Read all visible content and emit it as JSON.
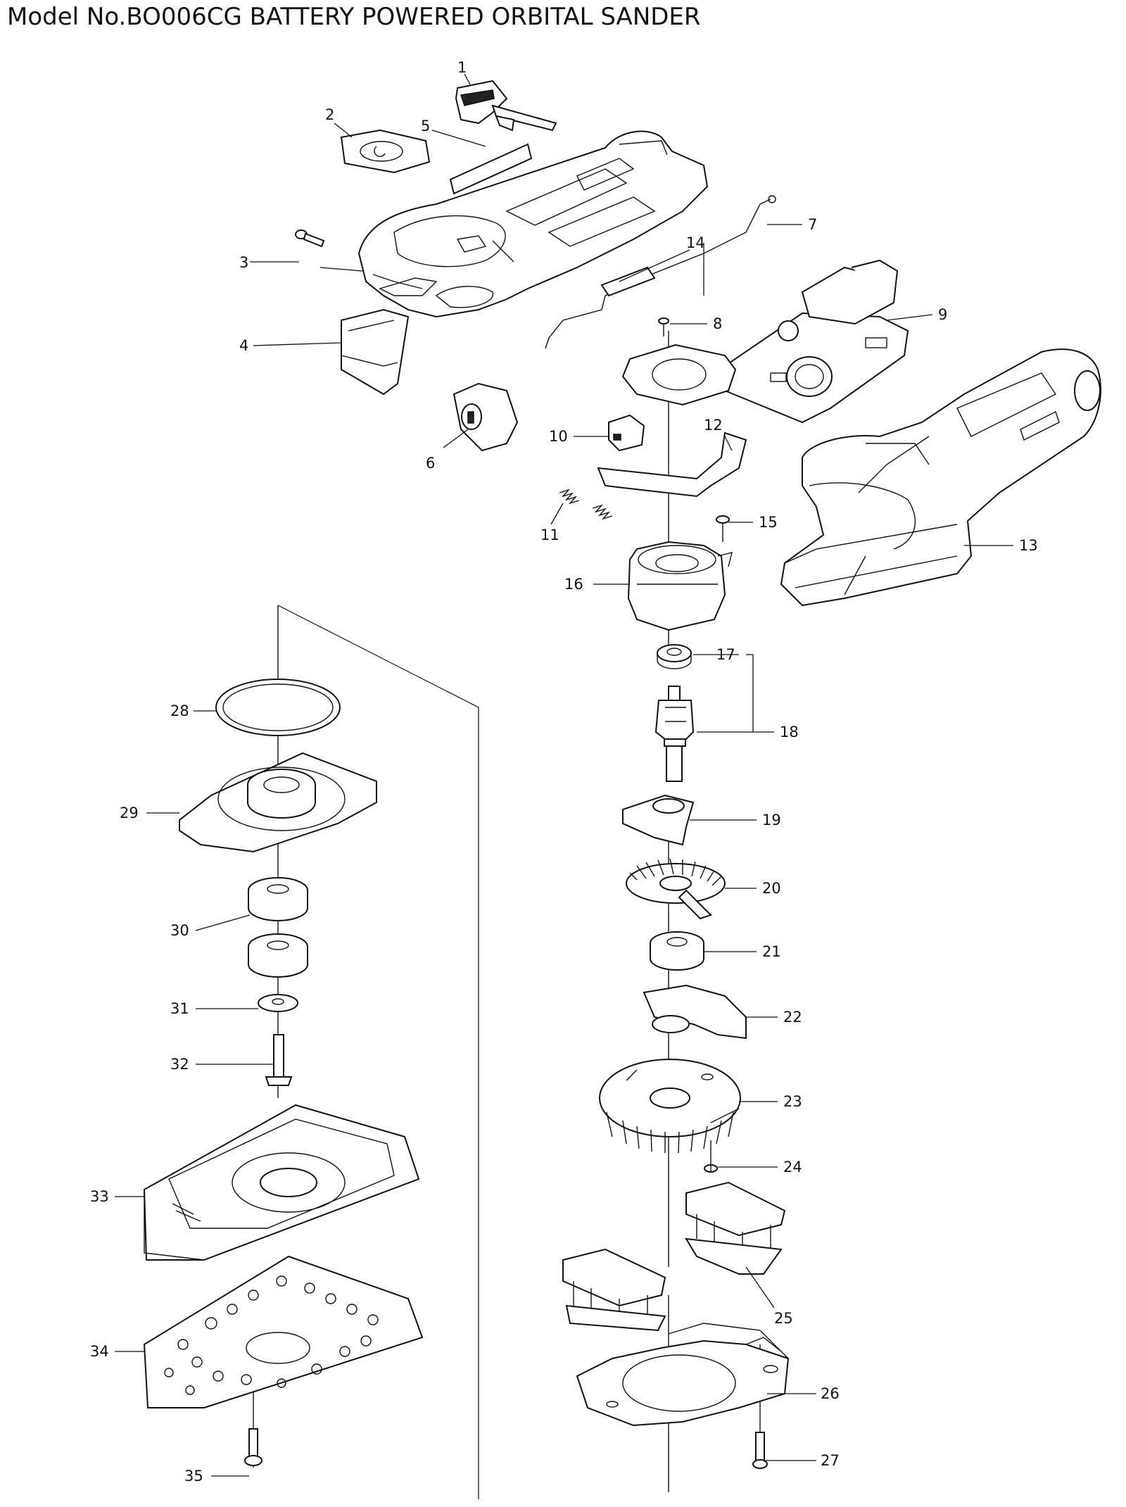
{
  "title": "Model No.BO006CG BATTERY POWERED ORBITAL SANDER",
  "part_numbers": [
    "1",
    "2",
    "3",
    "4",
    "5",
    "6",
    "7",
    "8",
    "9",
    "10",
    "11",
    "12",
    "13",
    "14",
    "15",
    "16",
    "17",
    "18",
    "19",
    "20",
    "21",
    "22",
    "23",
    "24",
    "25",
    "26",
    "27",
    "28",
    "29",
    "30",
    "31",
    "32",
    "33",
    "34",
    "35"
  ]
}
